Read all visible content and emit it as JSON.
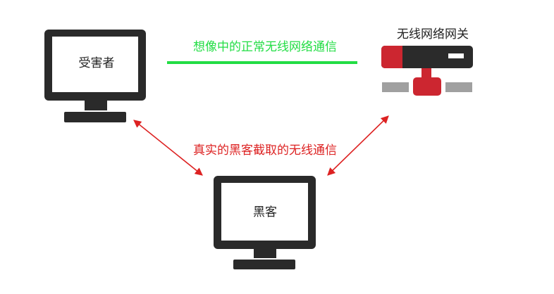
{
  "nodes": {
    "victim": {
      "label": "受害者",
      "icon": "monitor-icon"
    },
    "hacker": {
      "label": "黑客",
      "icon": "monitor-icon"
    },
    "gateway": {
      "label": "无线网络网关",
      "icon": "router-icon"
    }
  },
  "edges": {
    "normal": {
      "label": "想像中的正常无线网络通信"
    },
    "attack": {
      "label": "真实的黑客截取的无线通信"
    }
  },
  "colors": {
    "monitor": "#2a2a2a",
    "normal_line": "#22dd44",
    "normal_text": "#22dd44",
    "attack": "#dd2222",
    "router_red": "#cc2630",
    "router_dark": "#2b2b2b",
    "router_gray": "#a0a0a0"
  }
}
